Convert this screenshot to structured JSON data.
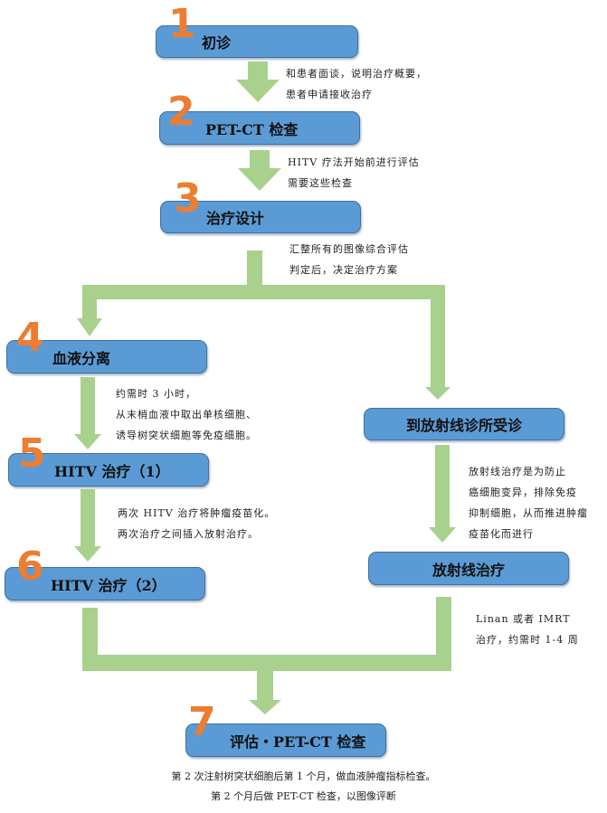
{
  "colors": {
    "box_fill": "#5b9bd5",
    "box_border": "#41719c",
    "arrow": "#a9d18e",
    "number": "#ed7d31"
  },
  "steps": [
    {
      "number": "1",
      "label": "初诊"
    },
    {
      "number": "2",
      "label": "PET-CT 检查"
    },
    {
      "number": "3",
      "label": "治疗设计"
    },
    {
      "number": "4",
      "label": "血液分离"
    },
    {
      "number": "5",
      "label": "HITV 治疗（1）"
    },
    {
      "number": "6",
      "label": "HITV 治疗（2）"
    },
    {
      "number": "7",
      "label": "评估・PET-CT 检查"
    }
  ],
  "branch_steps": [
    {
      "label": "到放射线诊所受诊"
    },
    {
      "label": "放射线治疗"
    }
  ],
  "notes": {
    "after_1": [
      "和患者面谈，说明治疗概要，",
      "患者申请接收治疗"
    ],
    "after_2": [
      "HITV 疗法开始前进行评估",
      "需要这些检查"
    ],
    "after_3": [
      "汇整所有的图像综合评估",
      "判定后，决定治疗方案"
    ],
    "after_4": [
      "约需时 3 小时，",
      "从末梢血液中取出单核细胞、",
      "诱导树突状细胞等免疫细胞。"
    ],
    "after_5": [
      "两次 HITV 治疗将肿瘤疫苗化。",
      "两次治疗之间插入放射治疗。"
    ],
    "after_branch_1": [
      "放射线治疗是为防止",
      "癌细胞变异，排除免疫",
      "抑制细胞，从而推进肿瘤",
      "疫苗化而进行"
    ],
    "after_branch_2": [
      "Linan 或者 IMRT",
      "治疗，约需时 1-4 周"
    ],
    "after_7": [
      "第 2 次注射树突状细胞后第 1 个月，做血液肿瘤指标检查。",
      "第 2 个月后做 PET-CT 检查，以图像评断"
    ]
  }
}
